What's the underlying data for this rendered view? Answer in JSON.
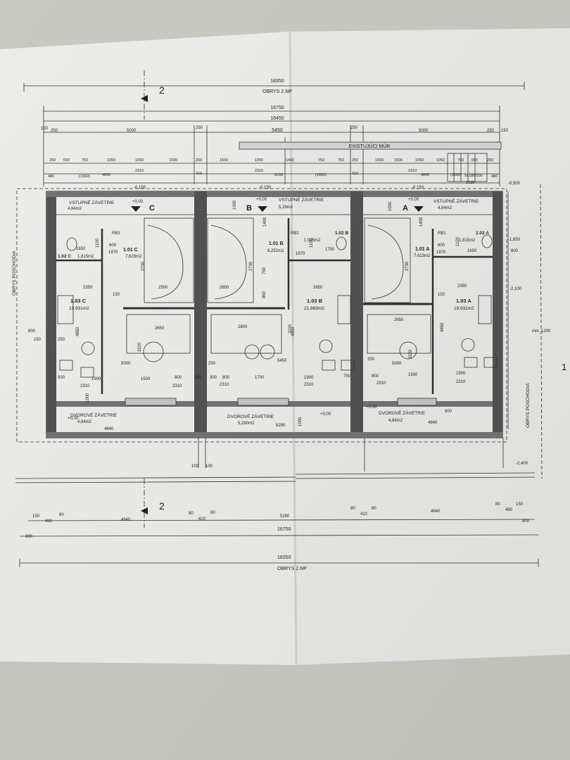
{
  "overall": {
    "width_top": "18350",
    "outline_label": "OBRYS 2.NP",
    "dim_16750": "16750",
    "dim_16450": "16450",
    "dim_5450": "5450",
    "existing_wall": "EXISTUJÚCI MÚR",
    "section_mark": "2",
    "side_mark": "1"
  },
  "top_dims": {
    "row1": [
      "150",
      "250",
      "5000",
      "250",
      "250",
      "5000",
      "250",
      "150"
    ],
    "row2": [
      "250",
      "650",
      "750",
      "1050",
      "1050",
      "1500",
      "250",
      "1500",
      "1050",
      "1400",
      "750",
      "750",
      "1500",
      "250",
      "1500",
      "1050",
      "1050",
      "750",
      "650",
      "250"
    ],
    "row3": [
      "480",
      "(1560)",
      "4840",
      "2310",
      "410",
      "2310",
      "5290",
      "(1560)",
      "410",
      "4840",
      "2310",
      "(1560)",
      "480"
    ],
    "stair": "5x180/300",
    "stair_w": "1320"
  },
  "levels": {
    "l0150": "-0,150",
    "l0900": "-0,900",
    "l1650": "-1,650",
    "l2100": "-2,100",
    "l2400": "-2,400",
    "zero": "+0,00"
  },
  "units": {
    "C": {
      "mark": "C",
      "entry": "VSTUPNÉ ZÁVETRIE",
      "entry_area": "4,84m2",
      "hall": "1.01 C",
      "hall_area": "7,623m2",
      "wc": "1.02 C",
      "wc_area": "1,815m2",
      "living": "1.03 C",
      "living_area": "19,931m2",
      "court": "DVOROVÉ ZÁVETRIE",
      "court_area": "4,84m2",
      "court_w": "4840",
      "rb": "RB3"
    },
    "B": {
      "mark": "B",
      "entry": "VSTUPNÉ ZÁVETRIE",
      "entry_area": "5,29m2",
      "hall": "1.01 B",
      "hall_area": "8,252m2",
      "wc": "1.02 B",
      "wc_area": "1,925m2",
      "living": "1.03 B",
      "living_area": "21,869m2",
      "court": "DVOROVÉ ZÁVETRIE",
      "court_area": "5,290m2",
      "court_w": "5290",
      "rb": "RB2"
    },
    "A": {
      "mark": "A",
      "entry": "VSTUPNÉ ZÁVETRIE",
      "entry_area": "4,84m2",
      "hall": "1.01 A",
      "hall_area": "7,623m2",
      "wc": "1.02 A",
      "wc_area": "1,815m2",
      "living": "1.03 A",
      "living_area": "19,931m2",
      "court": "DVOROVÉ ZÁVETRIE",
      "court_area": "4,84m2",
      "court_w": "4840",
      "rb": "RB1"
    }
  },
  "inner_dims": {
    "d1650": "1650",
    "d600": "600",
    "d1970": "1970",
    "d1100": "1100",
    "d1750": "1750",
    "d2730": "2730",
    "d2350": "2350",
    "d2500": "2500",
    "d2650": "2650",
    "d150": "150",
    "d4850": "4850",
    "d3220": "3220",
    "d800": "800",
    "d250": "250",
    "d5000": "5000",
    "d5450": "5450",
    "d2800": "2800",
    "d500": "500",
    "d1900": "1900",
    "d1500": "1500",
    "d300": "300",
    "d1700": "1700",
    "d2310": "2310",
    "d1400": "1400",
    "d1000": "1000",
    "d750": "750",
    "d860": "860",
    "d900": "900",
    "d100": "100",
    "min1200": "min. 1200"
  },
  "side_labels": {
    "left": "OBRYS POSCHODIA",
    "right": "OBRYS POSCHODIA"
  },
  "bottom_dims": {
    "row1": [
      "150",
      "480",
      "80",
      "4840",
      "80",
      "410",
      "80",
      "5290",
      "80",
      "410",
      "80",
      "4840",
      "80",
      "480",
      "150"
    ],
    "total": "16750",
    "edge": "800",
    "bottom_total": "18350",
    "outline_label": "OBRYS 2.NP"
  }
}
